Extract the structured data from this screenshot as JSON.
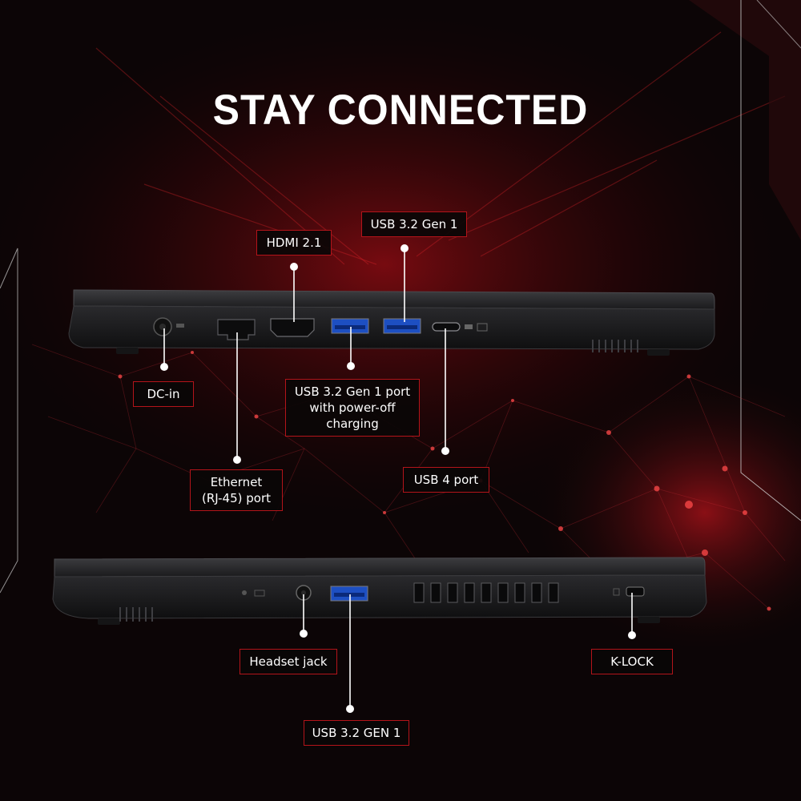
{
  "title": "STAY CONNECTED",
  "colors": {
    "accent": "#b3141a",
    "background": "#0c0506",
    "text": "#ffffff"
  },
  "labels": {
    "hdmi": "HDMI 2.1",
    "usb_top": "USB 3.2 Gen 1",
    "dc_in": "DC-in",
    "usb_poweroff": "USB 3.2 Gen 1 port\nwith power-off\ncharging",
    "ethernet": "Ethernet\n(RJ-45) port",
    "usb4": "USB 4 port",
    "headset": "Headset jack",
    "klock": "K-LOCK",
    "usb_bottom": "USB 3.2 GEN 1"
  }
}
